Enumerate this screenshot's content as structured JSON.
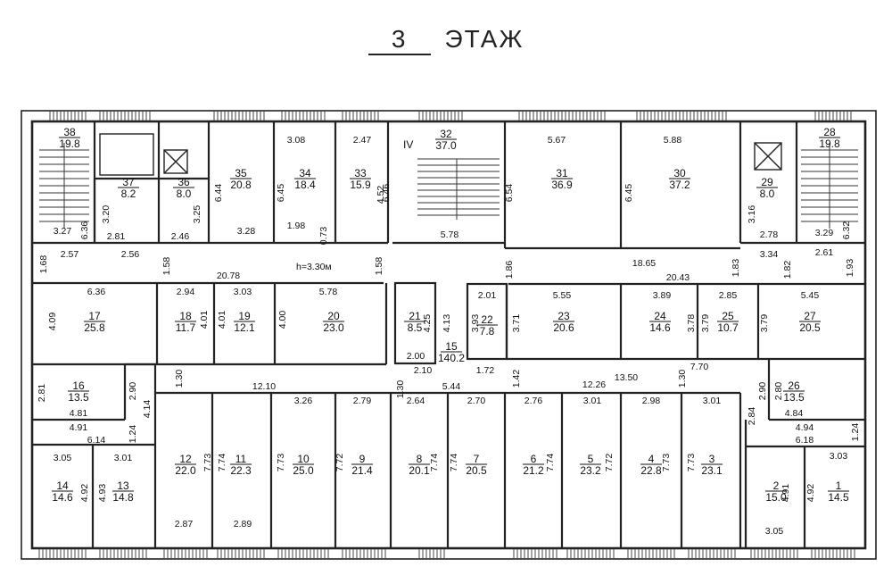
{
  "title": {
    "number": "3",
    "label": "ЭТАЖ"
  },
  "height_note": "h=3.30м",
  "stair_mark": "IV",
  "rooms": [
    {
      "n": "38",
      "a": "19.8"
    },
    {
      "n": "37",
      "a": "8.2"
    },
    {
      "n": "36",
      "a": "8.0"
    },
    {
      "n": "35",
      "a": "20.8"
    },
    {
      "n": "34",
      "a": "18.4"
    },
    {
      "n": "33",
      "a": "15.9"
    },
    {
      "n": "32",
      "a": "37.0"
    },
    {
      "n": "31",
      "a": "36.9"
    },
    {
      "n": "30",
      "a": "37.2"
    },
    {
      "n": "29",
      "a": "8.0"
    },
    {
      "n": "28",
      "a": "19.8"
    },
    {
      "n": "17",
      "a": "25.8"
    },
    {
      "n": "18",
      "a": "11.7"
    },
    {
      "n": "19",
      "a": "12.1"
    },
    {
      "n": "20",
      "a": "23.0"
    },
    {
      "n": "21",
      "a": "8.5"
    },
    {
      "n": "15",
      "a": "140.2"
    },
    {
      "n": "22",
      "a": "7.8"
    },
    {
      "n": "23",
      "a": "20.6"
    },
    {
      "n": "24",
      "a": "14.6"
    },
    {
      "n": "25",
      "a": "10.7"
    },
    {
      "n": "27",
      "a": "20.5"
    },
    {
      "n": "16",
      "a": "13.5"
    },
    {
      "n": "26",
      "a": "13.5"
    },
    {
      "n": "12",
      "a": "22.0"
    },
    {
      "n": "11",
      "a": "22.3"
    },
    {
      "n": "10",
      "a": "25.0"
    },
    {
      "n": "9",
      "a": "21.4"
    },
    {
      "n": "8",
      "a": "20.1"
    },
    {
      "n": "7",
      "a": "20.5"
    },
    {
      "n": "6",
      "a": "21.2"
    },
    {
      "n": "5",
      "a": "23.2"
    },
    {
      "n": "4",
      "a": "22.8"
    },
    {
      "n": "3",
      "a": "23.1"
    },
    {
      "n": "14",
      "a": "14.6"
    },
    {
      "n": "13",
      "a": "14.8"
    },
    {
      "n": "2",
      "a": "15.0"
    },
    {
      "n": "1",
      "a": "14.5"
    }
  ],
  "dims": [
    "3.08",
    "2.47",
    "5.67",
    "5.88",
    "6.44",
    "6.45",
    "6.46",
    "6.54",
    "6.45",
    "3.20",
    "3.25",
    "3.16",
    "4.52",
    "6.36",
    "6.32",
    "3.27",
    "2.81",
    "2.46",
    "3.28",
    "1.98",
    "0.73",
    "5.78",
    "2.78",
    "3.29",
    "2.57",
    "2.56",
    "3.34",
    "2.61",
    "1.68",
    "1.58",
    "1.58",
    "1.86",
    "18.65",
    "1.83",
    "1.82",
    "1.93",
    "20.78",
    "20.43",
    "6.36",
    "2.94",
    "3.03",
    "5.78",
    "2.01",
    "5.55",
    "3.89",
    "2.85",
    "5.45",
    "4.09",
    "4.01",
    "4.01",
    "4.00",
    "4.25",
    "4.13",
    "3.93",
    "3.71",
    "3.78",
    "3.79",
    "3.79",
    "2.00",
    "1.72",
    "1.42",
    "1.30",
    "2.10",
    "5.44",
    "12.26",
    "13.50",
    "1.30",
    "7.70",
    "12.10",
    "2.81",
    "2.90",
    "4.14",
    "2.90",
    "2.80",
    "4.81",
    "4.84",
    "4.91",
    "6.14",
    "1.24",
    "2.84",
    "4.94",
    "6.18",
    "1.24",
    "3.26",
    "2.79",
    "2.64",
    "2.70",
    "2.76",
    "3.01",
    "2.98",
    "3.01",
    "7.73",
    "7.74",
    "7.73",
    "7.72",
    "7.74",
    "7.74",
    "7.74",
    "7.72",
    "7.73",
    "7.73",
    "3.05",
    "3.01",
    "3.03",
    "4.92",
    "4.93",
    "4.91",
    "4.92",
    "2.87",
    "2.89",
    "3.05",
    "1.30"
  ]
}
